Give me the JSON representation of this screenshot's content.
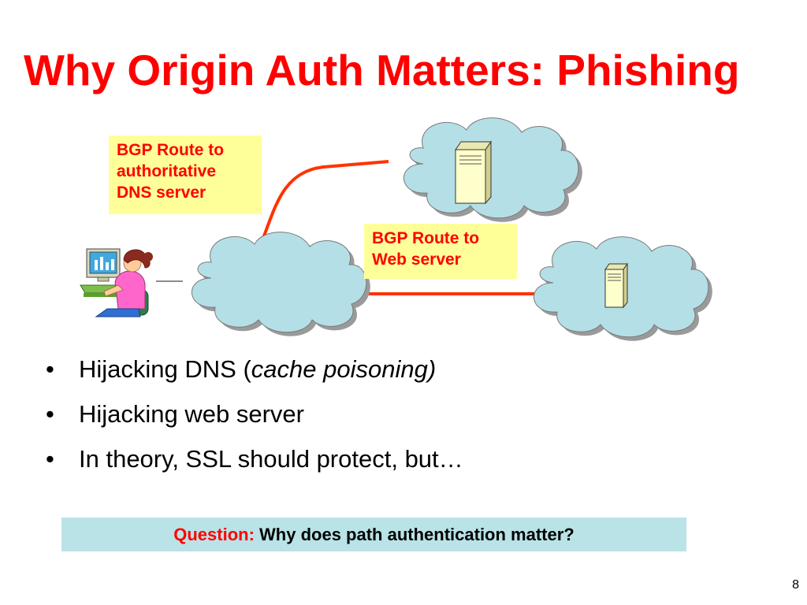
{
  "slide": {
    "title": "Why Origin Auth Matters: Phishing",
    "page_number": "8"
  },
  "diagram": {
    "callouts": {
      "dns": {
        "lines": [
          "BGP Route to",
          "authoritative",
          "DNS server"
        ]
      },
      "web": {
        "lines": [
          "BGP Route to",
          "Web server"
        ]
      }
    },
    "colors": {
      "route_line": "#ff3300",
      "cloud_fill": "#b5dfe6",
      "cloud_shadow": "#a0a0a0",
      "server_fill": "#ffffcc",
      "callout_fill": "#ffff99",
      "callout_text": "#ff0000"
    },
    "icons": [
      "user-at-computer-icon",
      "network-cloud-icon",
      "dns-server-icon",
      "web-server-icon"
    ]
  },
  "bullets": [
    {
      "text": "Hijacking DNS (",
      "emphasis": "cache poisoning)"
    },
    {
      "text": "Hijacking web server"
    },
    {
      "text": "In theory, SSL should protect, but…"
    }
  ],
  "question": {
    "label": "Question:",
    "text": "Why does path authentication matter?"
  }
}
